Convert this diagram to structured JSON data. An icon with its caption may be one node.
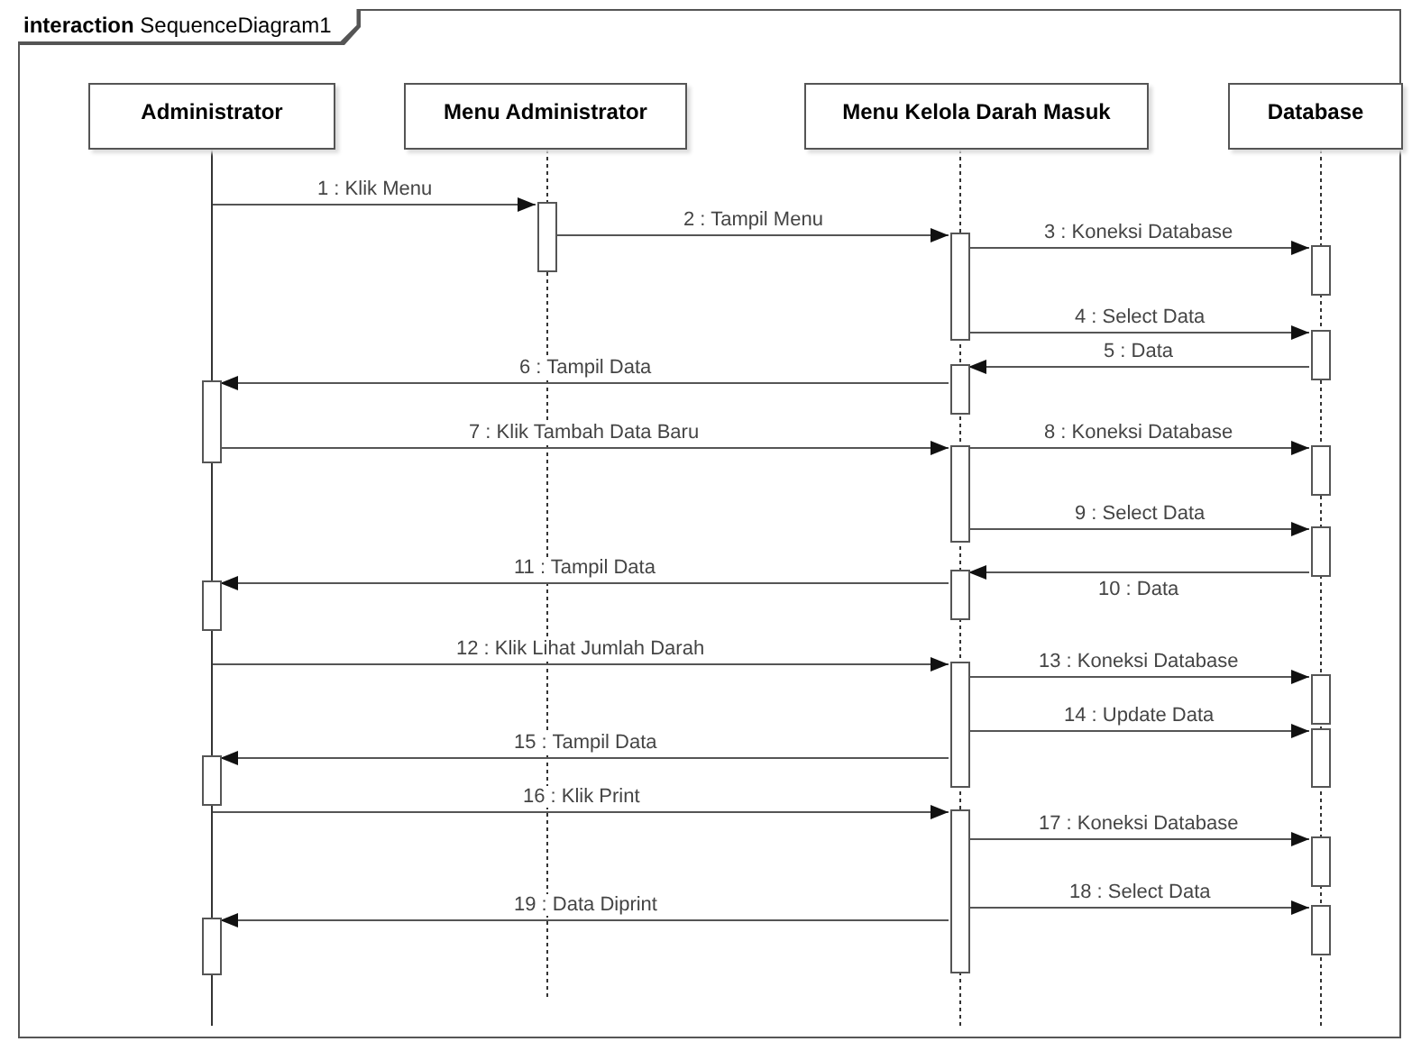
{
  "diagram": {
    "nodes": [
      {
        "text": [
          "**interaction** SequenceDiagram1"
        ]
      },
      {
        "text": [
          "Administrator"
        ],
        "in": 0
      },
      {
        "text": [
          "Menu Administrator"
        ],
        "in": 0
      },
      {
        "text": [
          "Menu Kelola Darah Masuk"
        ],
        "in": 0
      },
      {
        "text": [
          "Database"
        ],
        "in": 0
      },
      {
        "text": [],
        "shape": "bar",
        "in": 2
      },
      {
        "text": [],
        "shape": "bar",
        "in": 3
      },
      {
        "text": [],
        "shape": "bar",
        "in": 4
      },
      {
        "text": [],
        "shape": "bar",
        "in": 4
      },
      {
        "text": [],
        "shape": "bar",
        "in": 3
      },
      {
        "text": [],
        "shape": "bar",
        "in": 1
      },
      {
        "text": [],
        "shape": "bar",
        "in": 3
      },
      {
        "text": [],
        "shape": "bar",
        "in": 4
      },
      {
        "text": [],
        "shape": "bar",
        "in": 4
      },
      {
        "text": [],
        "shape": "bar",
        "in": 3
      },
      {
        "text": [],
        "shape": "bar",
        "in": 1
      },
      {
        "text": [],
        "shape": "bar",
        "in": 3
      },
      {
        "text": [],
        "shape": "bar",
        "in": 4
      },
      {
        "text": [],
        "shape": "bar",
        "in": 4
      },
      {
        "text": [],
        "shape": "bar",
        "in": 1
      },
      {
        "text": [],
        "shape": "bar",
        "in": 3
      },
      {
        "text": [],
        "shape": "bar",
        "in": 4
      },
      {
        "text": [],
        "shape": "bar",
        "in": 4
      },
      {
        "text": [],
        "shape": "bar",
        "in": 1
      },
      {
        "text": [],
        "shape": "line",
        "in": 1
      }
    ],
    "edges": [
      {
        "from": 24,
        "to": 5,
        "arrow": "to",
        "label": "1 : Klik Menu"
      },
      {
        "from": 5,
        "to": 6,
        "arrow": "to",
        "label": "2 : Tampil Menu"
      },
      {
        "from": 6,
        "to": 7,
        "arrow": "to",
        "label": "3 : Koneksi Database"
      },
      {
        "from": 6,
        "to": 8,
        "arrow": "to",
        "label": "4 : Select Data"
      },
      {
        "from": 8,
        "to": 9,
        "arrow": "to",
        "label": "5 : Data"
      },
      {
        "from": 9,
        "to": 10,
        "arrow": "to",
        "label": "6 : Tampil Data"
      },
      {
        "from": 10,
        "to": 11,
        "arrow": "to",
        "label": "7 : Klik Tambah Data Baru"
      },
      {
        "from": 11,
        "to": 12,
        "arrow": "to",
        "label": "8 : Koneksi Database"
      },
      {
        "from": 11,
        "to": 13,
        "arrow": "to",
        "label": "9 : Select Data"
      },
      {
        "from": 13,
        "to": 14,
        "arrow": "to",
        "label": "10 : Data"
      },
      {
        "from": 14,
        "to": 15,
        "arrow": "to",
        "label": "11 : Tampil Data"
      },
      {
        "from": 24,
        "to": 16,
        "arrow": "to",
        "label": "12 : Klik Lihat Jumlah Darah"
      },
      {
        "from": 16,
        "to": 17,
        "arrow": "to",
        "label": "13 : Koneksi Database"
      },
      {
        "from": 16,
        "to": 18,
        "arrow": "to",
        "label": "14 : Update Data"
      },
      {
        "from": 16,
        "to": 19,
        "arrow": "to",
        "label": "15 : Tampil Data"
      },
      {
        "from": 24,
        "to": 20,
        "arrow": "to",
        "label": "16 : Klik Print"
      },
      {
        "from": 20,
        "to": 21,
        "arrow": "to",
        "label": "17 : Koneksi Database"
      },
      {
        "from": 20,
        "to": 22,
        "arrow": "to",
        "label": "18 : Select Data"
      },
      {
        "from": 20,
        "to": 23,
        "arrow": "to",
        "label": "19 : Data Diprint"
      }
    ]
  }
}
